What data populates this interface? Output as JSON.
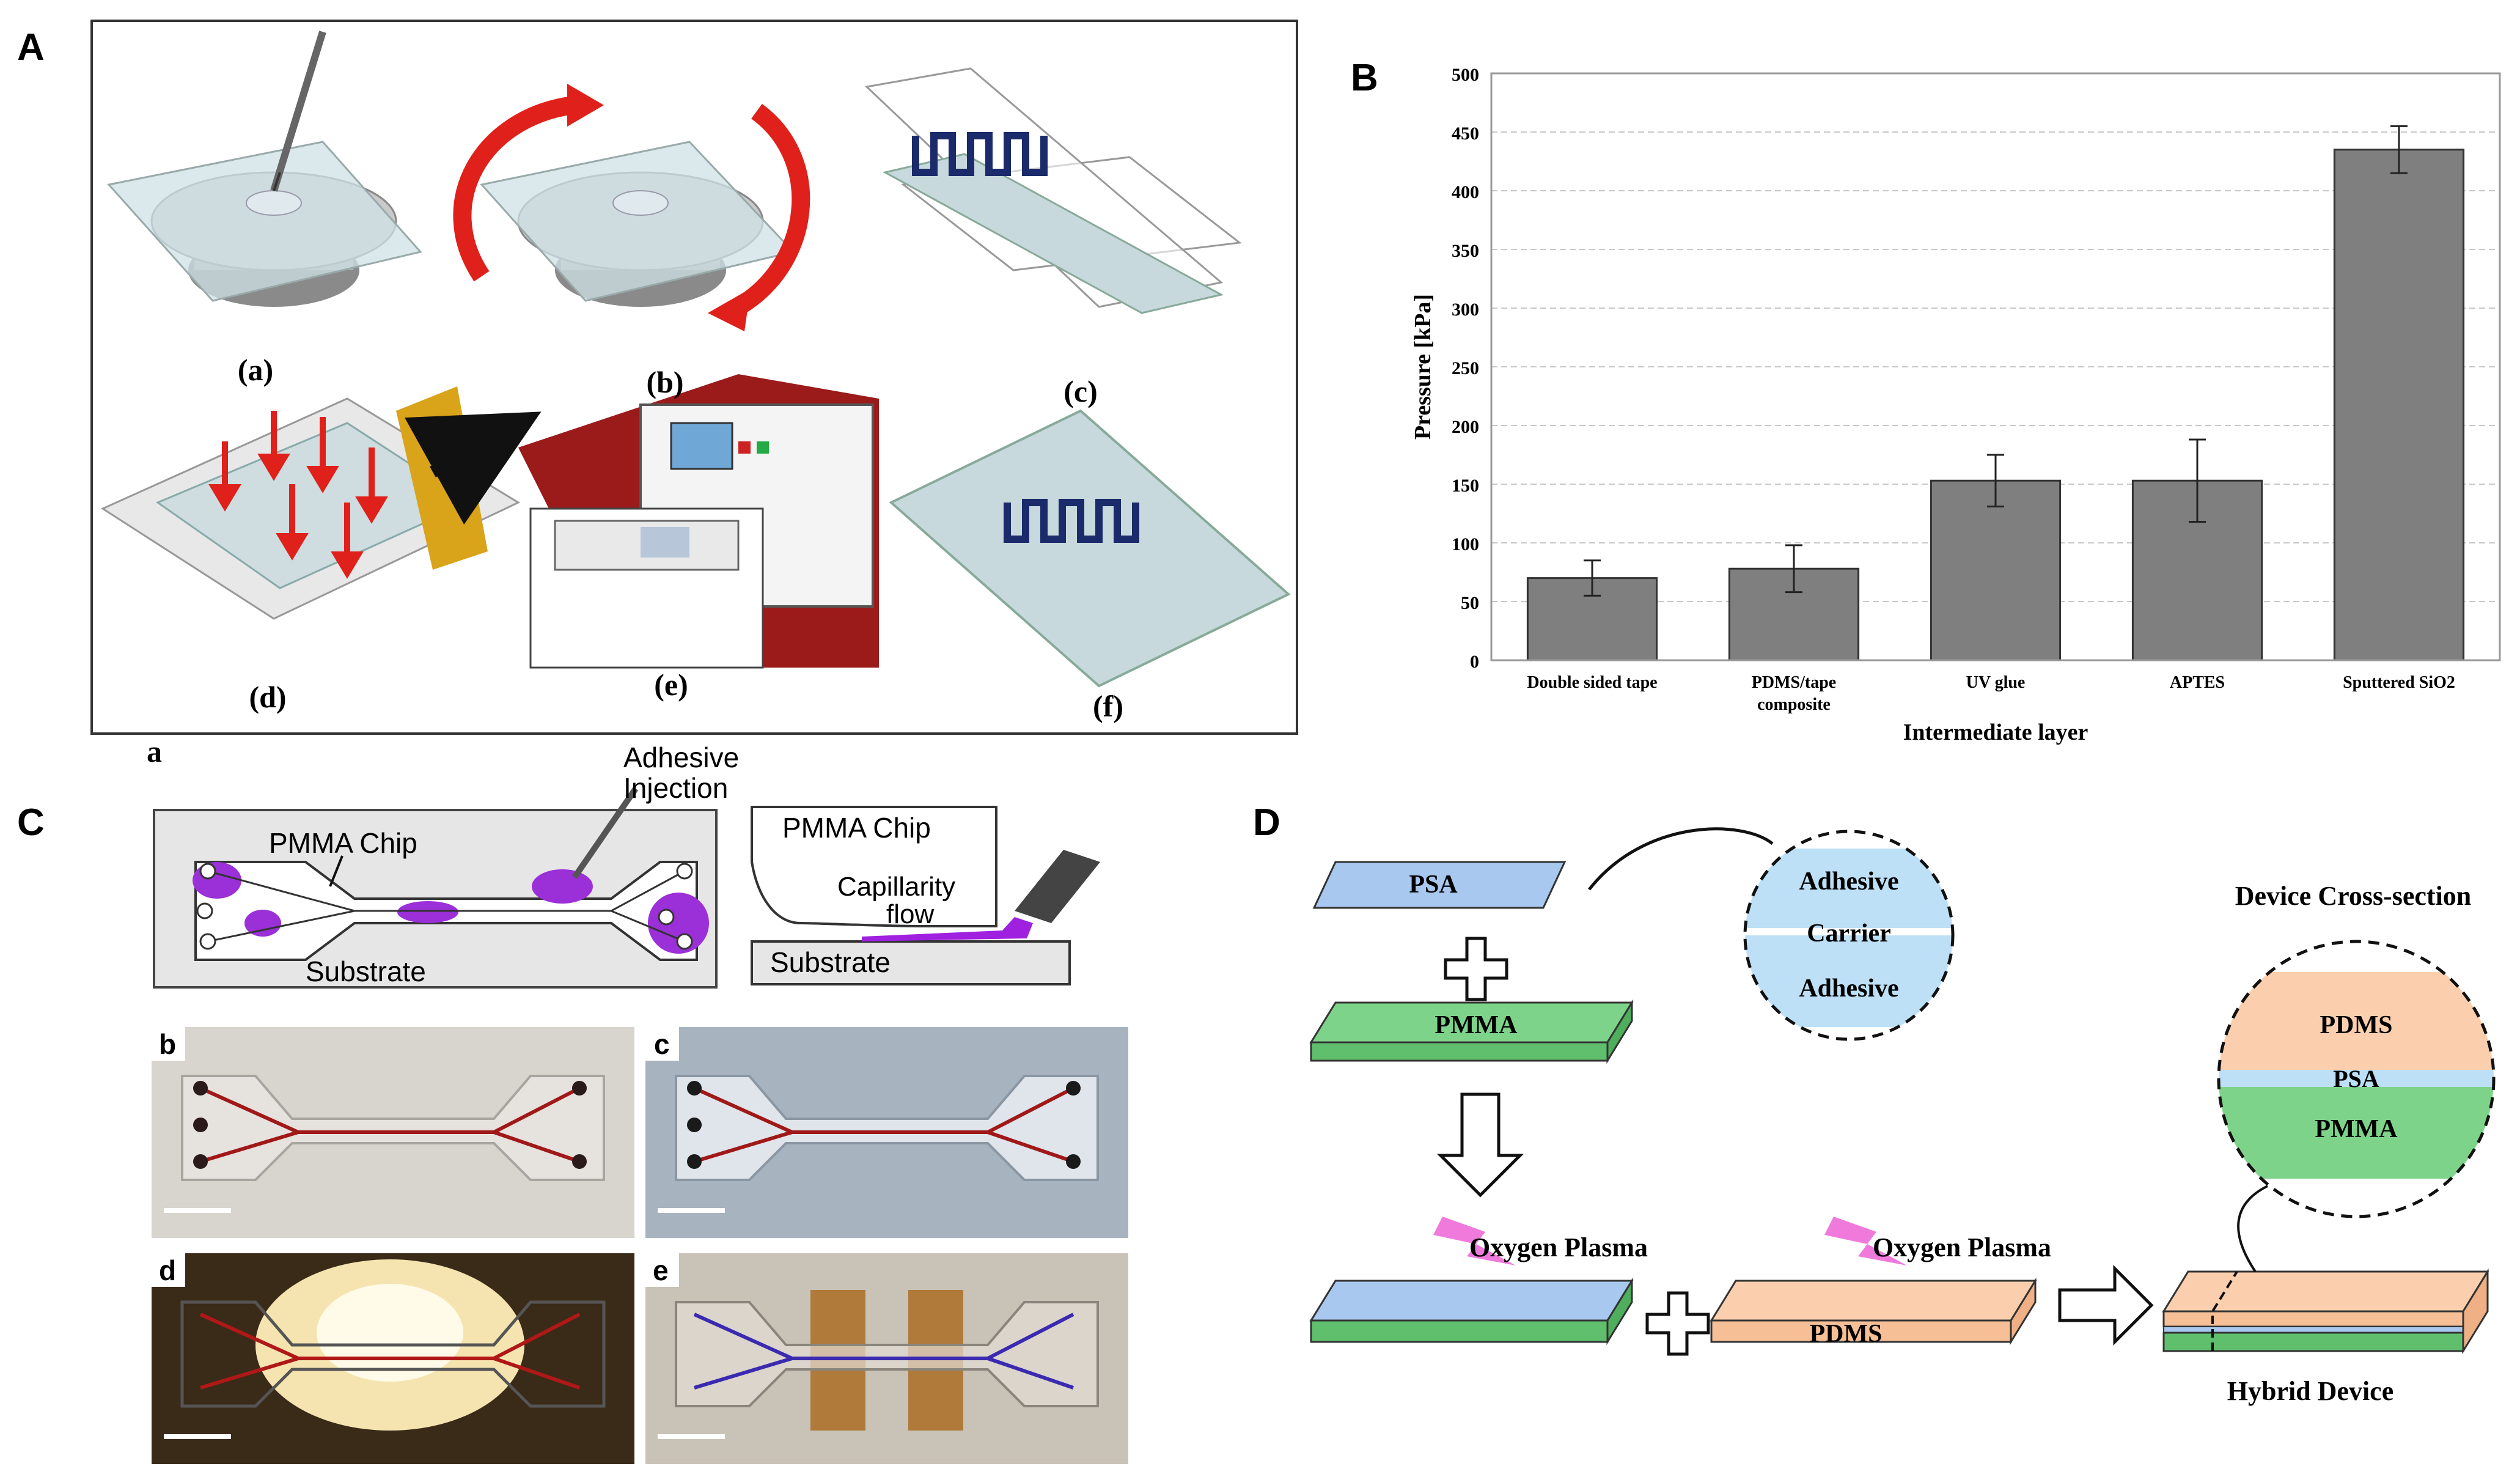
{
  "panels": {
    "A": {
      "letter": "A",
      "sublabels": [
        "(a)",
        "(b)",
        "(c)",
        "(d)",
        "(e)",
        "(f)"
      ]
    },
    "B": {
      "letter": "B"
    },
    "C": {
      "letter": "C",
      "small_a": "a",
      "schematic": {
        "adhesive_injection_line1": "Adhesive",
        "adhesive_injection_line2": "Injection",
        "pmma_chip_left": "PMMA Chip",
        "substrate_left": "Substrate",
        "pmma_chip_right": "PMMA Chip",
        "capillarity_line1": "Capillarity",
        "capillarity_line2": "flow",
        "substrate_right": "Substrate"
      },
      "photo_labels": [
        "b",
        "c",
        "d",
        "e"
      ]
    },
    "D": {
      "letter": "D",
      "psa": "PSA",
      "pmma": "PMMA",
      "adhesive_top": "Adhesive",
      "carrier": "Carrier",
      "adhesive_bottom": "Adhesive",
      "oxygen_plasma_left": "Oxygen Plasma",
      "oxygen_plasma_right": "Oxygen Plasma",
      "pdms_slab": "PDMS",
      "device_cross_section": "Device Cross-section",
      "cs_pdms": "PDMS",
      "cs_psa": "PSA",
      "cs_pmma": "PMMA",
      "hybrid_device": "Hybrid Device"
    }
  },
  "chart_data": {
    "type": "bar",
    "categories": [
      "Double sided tape",
      "PDMS/tape composite",
      "UV glue",
      "APTES",
      "Sputtered SiO2"
    ],
    "category_lines": [
      [
        "Double sided tape"
      ],
      [
        "PDMS/tape",
        "composite"
      ],
      [
        "UV glue"
      ],
      [
        "APTES"
      ],
      [
        "Sputtered SiO2"
      ]
    ],
    "values": [
      70,
      78,
      153,
      153,
      435
    ],
    "errors": [
      15,
      20,
      22,
      35,
      20
    ],
    "xlabel": "Intermediate layer",
    "ylabel": "Pressure [kPa]",
    "ylim": [
      0,
      500
    ],
    "yticks": [
      0,
      50,
      100,
      150,
      200,
      250,
      300,
      350,
      400,
      450,
      500
    ],
    "grid": true,
    "bar_color": "#7f7f7f"
  }
}
